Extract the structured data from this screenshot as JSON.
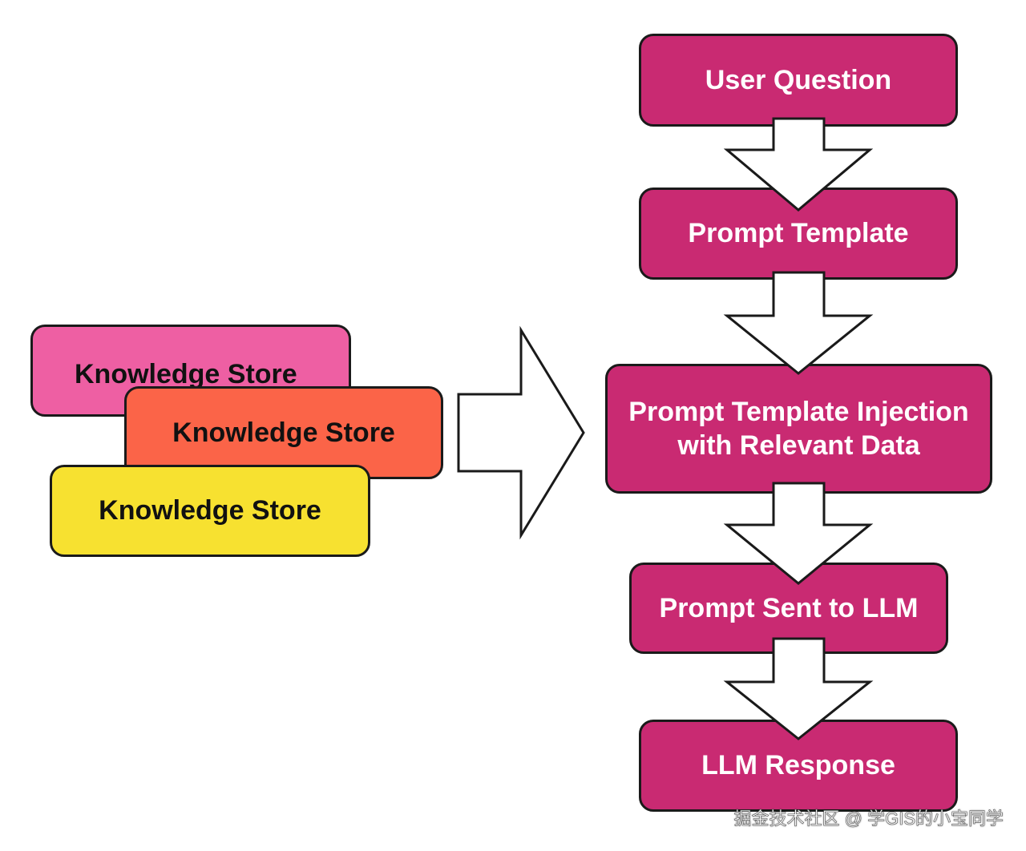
{
  "knowledge_stores": [
    {
      "label": "Knowledge Store",
      "color": "#ee5fa3"
    },
    {
      "label": "Knowledge Store",
      "color": "#fb6448"
    },
    {
      "label": "Knowledge Store",
      "color": "#f7e130"
    }
  ],
  "flow": {
    "color": "#c92a72",
    "steps": [
      {
        "lines": [
          "User Question"
        ]
      },
      {
        "lines": [
          "Prompt Template"
        ]
      },
      {
        "lines": [
          "Prompt Template Injection",
          "with Relevant Data"
        ]
      },
      {
        "lines": [
          "Prompt Sent to LLM"
        ]
      },
      {
        "lines": [
          "LLM Response"
        ]
      }
    ]
  },
  "watermark": "掘金技术社区 @ 学GIS的小宝同学"
}
